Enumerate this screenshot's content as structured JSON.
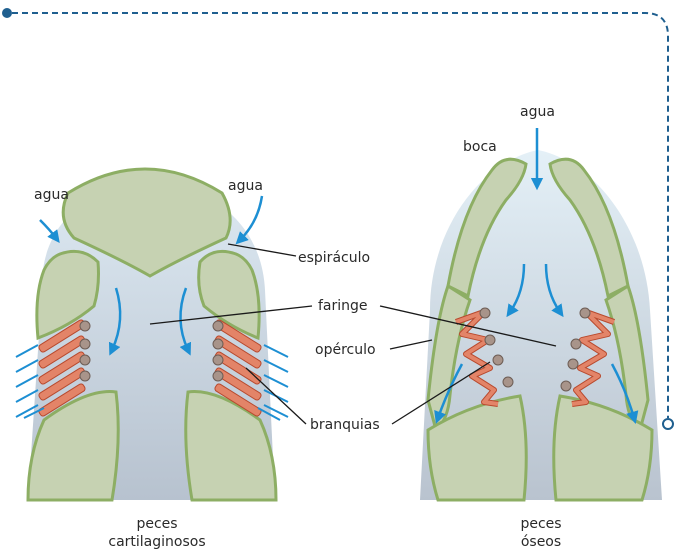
{
  "labels": {
    "agua_left": "agua",
    "agua_right_cart": "agua",
    "agua_bony": "agua",
    "boca": "boca",
    "espiraculo": "espiráculo",
    "faringe": "faringe",
    "operculo": "opérculo",
    "branquias": "branquias"
  },
  "captions": {
    "cartilaginous_line1": "peces",
    "cartilaginous_line2": "cartilaginosos",
    "bony_line1": "peces",
    "bony_line2": "óseos"
  },
  "colors": {
    "frame_line": "#1f5f8f",
    "body_fill_top": "#d7e6ef",
    "body_fill_bottom": "#b9c4d1",
    "plate_fill": "#c6d2b2",
    "plate_stroke": "#8dae64",
    "gill_fill": "#e38468",
    "gill_stroke": "#b84a2e",
    "arrow": "#1d8fd3",
    "label_line": "#1a1a1a"
  }
}
